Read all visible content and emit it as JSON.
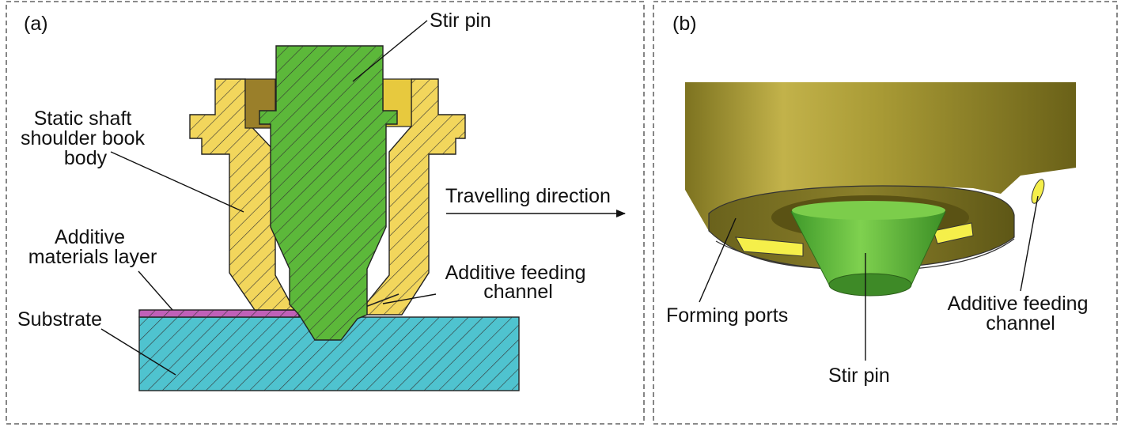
{
  "panel_a": {
    "label": "(a)",
    "stir_pin": "Stir pin",
    "static_shaft": [
      "Static shaft",
      "shoulder book",
      "body"
    ],
    "additive_layer": [
      "Additive",
      "materials layer"
    ],
    "substrate": "Substrate",
    "travelling": "Travelling direction",
    "feeding_channel": [
      "Additive feeding",
      "channel"
    ]
  },
  "panel_b": {
    "label": "(b)",
    "forming_ports": "Forming ports",
    "feeding_channel": [
      "Additive feeding",
      "channel"
    ],
    "stir_pin": "Stir pin"
  },
  "colors": {
    "shoulder": "#f2d65c",
    "pin": "#5cb83a",
    "substrate": "#4fc3cf",
    "additive_layer": "#c060b8",
    "body_3d": "#a99a35",
    "ring_3d": "#6e6820",
    "slot_3d": "#f5ef4a"
  }
}
